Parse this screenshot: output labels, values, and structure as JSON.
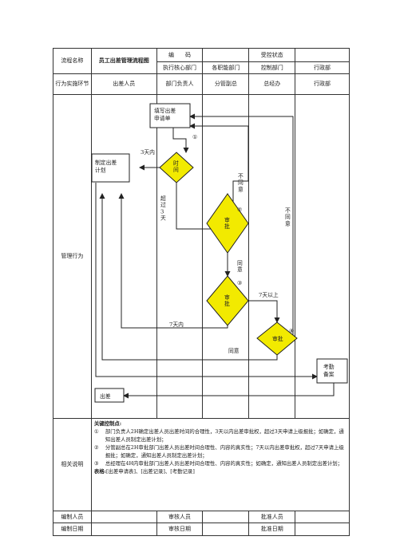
{
  "header": {
    "process_name_label": "流程名称",
    "title": "员工出差管理流程图",
    "code_label": "编　　码",
    "code_value": "",
    "control_label": "受控状态",
    "control_value": "",
    "dept_exec": "执行核心部门",
    "dept_support": "各职能部门",
    "dept_control": "控制部门",
    "dept_admin": "行政部"
  },
  "lanes_header": {
    "stage_label": "行为实施环节",
    "lanes": [
      "出差人员",
      "部门负责人",
      "分管副总",
      "总经办",
      "行政部"
    ]
  },
  "flow": {
    "stage_label": "管理行为",
    "nodes": {
      "fill_form": "填写出差申请单",
      "make_plan": "制定出差计划",
      "time_decision": "时间",
      "approve_vp": "审批",
      "approve_vp2": "审批",
      "approve_gm": "审批",
      "attendance": "考勤备案",
      "travel": "出差"
    },
    "labels": {
      "step1": "①",
      "step2": "②",
      "step3": "③",
      "step4": "④",
      "within3": "3天内",
      "over3": "超过3天",
      "disagree1": "不同意",
      "disagree2": "不同意",
      "agree1": "同意",
      "agree2": "同意",
      "over7": "7天以上",
      "within7": "7天内"
    }
  },
  "notes": {
    "label": "相关说明",
    "key_points_title": "关键控制点:",
    "points": [
      {
        "num": "①",
        "text": "部门负责人2H确定出差人员出差时间的合理性，3天以内出差审批权，超过3天申请上级报批；如确定，通知出差人员制定出差计划；"
      },
      {
        "num": "②",
        "text": "分管副总在2H审批部门出差人员出差时间合理性、内容的真实性；7天以内出差审批权，超过7天申请上级报批；如确定，通知出差人员制定出差计划；"
      },
      {
        "num": "③",
        "text": "总经理在4H内审批部门出差人员出差时间合理性、内容的真实性；如确定，通知出差人员制定出差计划；"
      }
    ],
    "forms_title": "表格:",
    "forms_text": "[出差申请表]、[出差记录]、[考勤记录]"
  },
  "footer": {
    "prepared_by": "编制人员",
    "reviewed_by": "审核人员",
    "approved_by": "批准人员",
    "prepared_date": "编制日期",
    "reviewed_date": "审核日期",
    "approved_date": "批准日期"
  },
  "colors": {
    "diamond_fill": "#f2ea00",
    "line": "#222222"
  }
}
